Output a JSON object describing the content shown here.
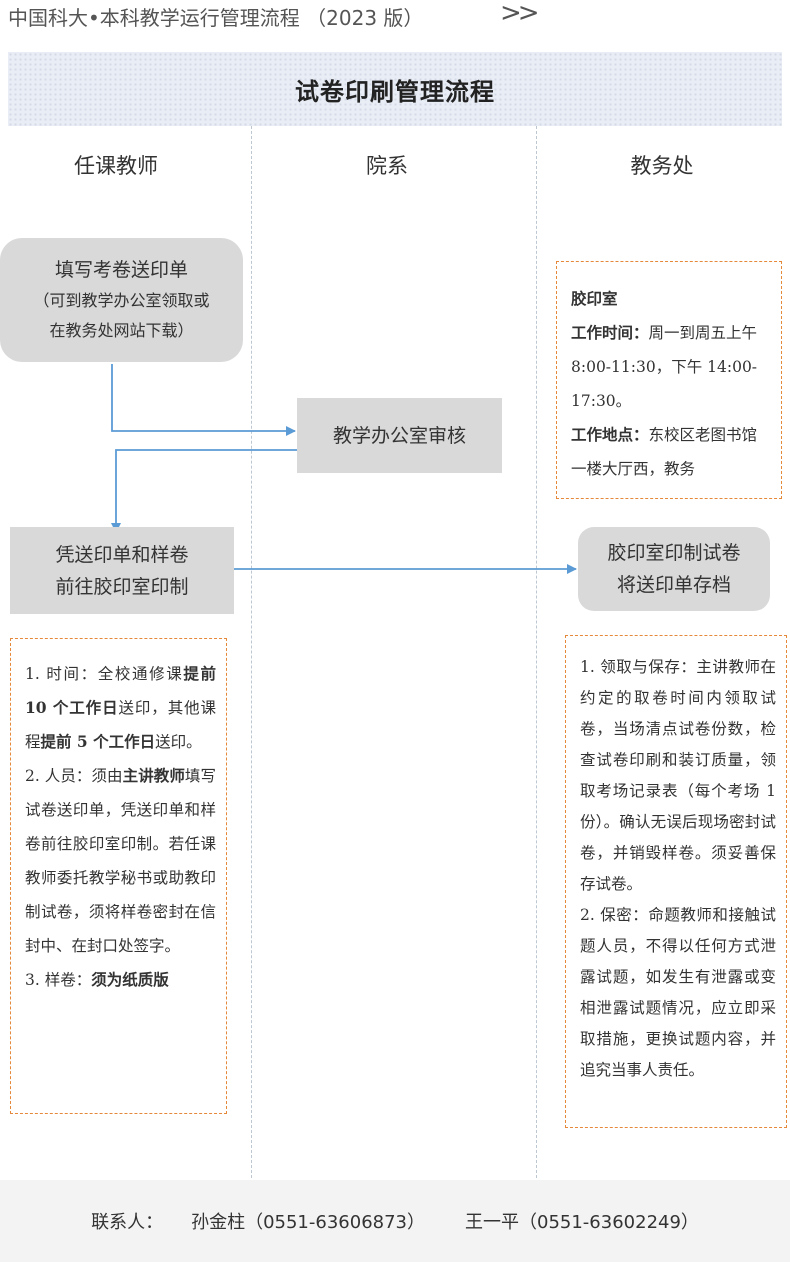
{
  "header": {
    "breadcrumb": "中国科大•本科教学运行管理流程 （2023 版）",
    "chevron": ">>",
    "title": "试卷印刷管理流程"
  },
  "columns": [
    "任课教师",
    "院系",
    "教务处"
  ],
  "nodes": {
    "fill_form": {
      "title": "填写考卷送印单",
      "note_1": "（可到教学办公室领取或",
      "note_2": "在教务处网站下载）"
    },
    "review": {
      "title": "教学办公室审核"
    },
    "go_print": {
      "line_1": "凭送印单和样卷",
      "line_2": "前往胶印室印制"
    },
    "print_archive": {
      "line_1": "胶印室印制试卷",
      "line_2": "将送印单存档"
    }
  },
  "print_room": {
    "name": "胶印室",
    "hours_label": "工作时间：",
    "hours_text": "周一到周五上午 8:00-11:30，下午 14:00-17:30。",
    "place_label": "工作地点：",
    "place_text": "东校区老图书馆一楼大厅西，教务"
  },
  "teacher_notes": {
    "n1_a": "1. 时间：全校通修课",
    "n1_b": "提前 10 个工作日",
    "n1_c": "送印，其他课程",
    "n1_d": "提前 5 个工作日",
    "n1_e": "送印。",
    "n2_a": "2. 人员：须由",
    "n2_b": "主讲教师",
    "n2_c": "填写试卷送印单，凭送印单和样卷前往胶印室印制。若任课教师委托教学秘书或助教印制试卷，须将样卷密封在信封中、在封口处签字。",
    "n3_a": "3. 样卷：",
    "n3_b": "须为纸质版"
  },
  "office_notes": {
    "n1": "1. 领取与保存：主讲教师在约定的取卷时间内领取试卷，当场清点试卷份数，检查试卷印刷和装订质量，领取考场记录表（每个考场 1 份）。确认无误后现场密封试卷，并销毁样卷。须妥善保存试卷。",
    "n2": "2. 保密：命题教师和接触试题人员，不得以任何方式泄露试题，如发生有泄露或变相泄露试题情况，应立即采取措施，更换试题内容，并追究当事人责任。"
  },
  "footer": {
    "label": "联系人：",
    "contact_1": "孙金柱（0551-63606873）",
    "contact_2": "王一平（0551-63602249）"
  },
  "colors": {
    "arrow": "#5b9bd5",
    "dashed_border": "#e6883a",
    "box_fill": "#d9d9d9"
  }
}
